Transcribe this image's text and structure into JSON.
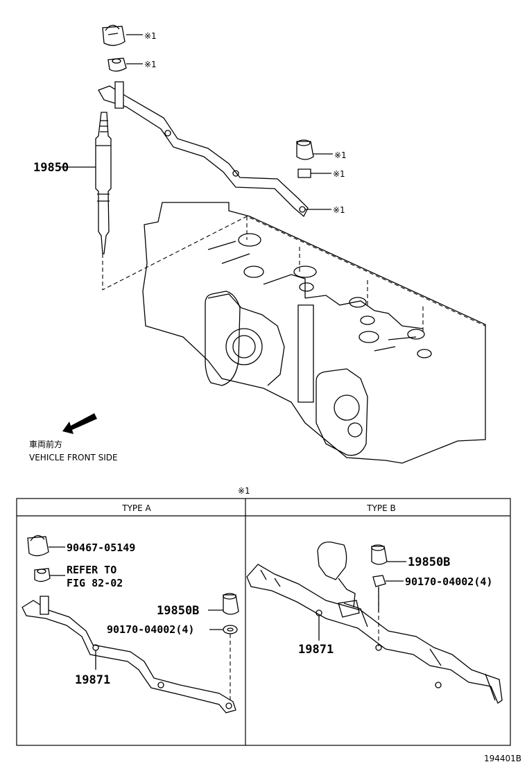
{
  "main_figure": {
    "glow_plug_label": "19850",
    "note_marks": [
      "※1",
      "※1",
      "※1",
      "※1",
      "※1"
    ],
    "direction_label_jp": "車両前方",
    "direction_label_en": "VEHICLE FRONT SIDE"
  },
  "note_table": {
    "note_mark": "※1",
    "type_a": {
      "header": "TYPE A",
      "nut_part": "90467-05149",
      "refer_line1": "REFER TO",
      "refer_line2": "FIG 82-02",
      "terminal_part": "19850B",
      "washer_part": "90170-04002(4)",
      "connector_part": "19871"
    },
    "type_b": {
      "header": "TYPE B",
      "terminal_part": "19850B",
      "washer_part": "90170-04002(4)",
      "connector_part": "19871"
    }
  },
  "figure_id": "194401B"
}
